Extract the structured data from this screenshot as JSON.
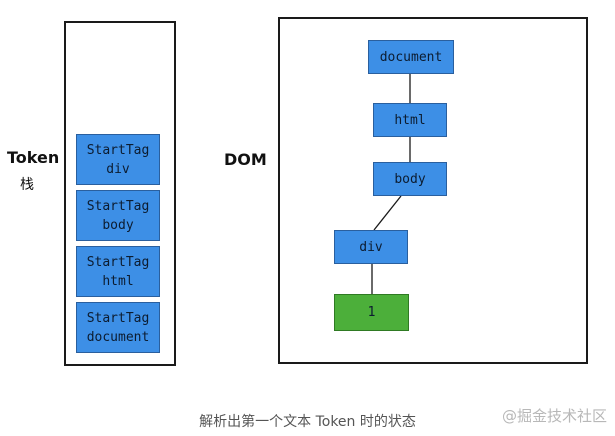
{
  "token_stack": {
    "label": "Token",
    "sublabel": "栈",
    "items": [
      {
        "line1": "StartTag",
        "line2": "div"
      },
      {
        "line1": "StartTag",
        "line2": "body"
      },
      {
        "line1": "StartTag",
        "line2": "html"
      },
      {
        "line1": "StartTag",
        "line2": "document"
      }
    ]
  },
  "dom": {
    "label": "DOM",
    "nodes": {
      "document": "document",
      "html": "html",
      "body": "body",
      "div": "div",
      "text": "1"
    }
  },
  "caption": "解析出第一个文本 Token 时的状态",
  "watermark": "@掘金技术社区",
  "colors": {
    "node_blue": "#3d8fe6",
    "text_node_green": "#4caf3a",
    "frame": "#1a1a1a"
  }
}
